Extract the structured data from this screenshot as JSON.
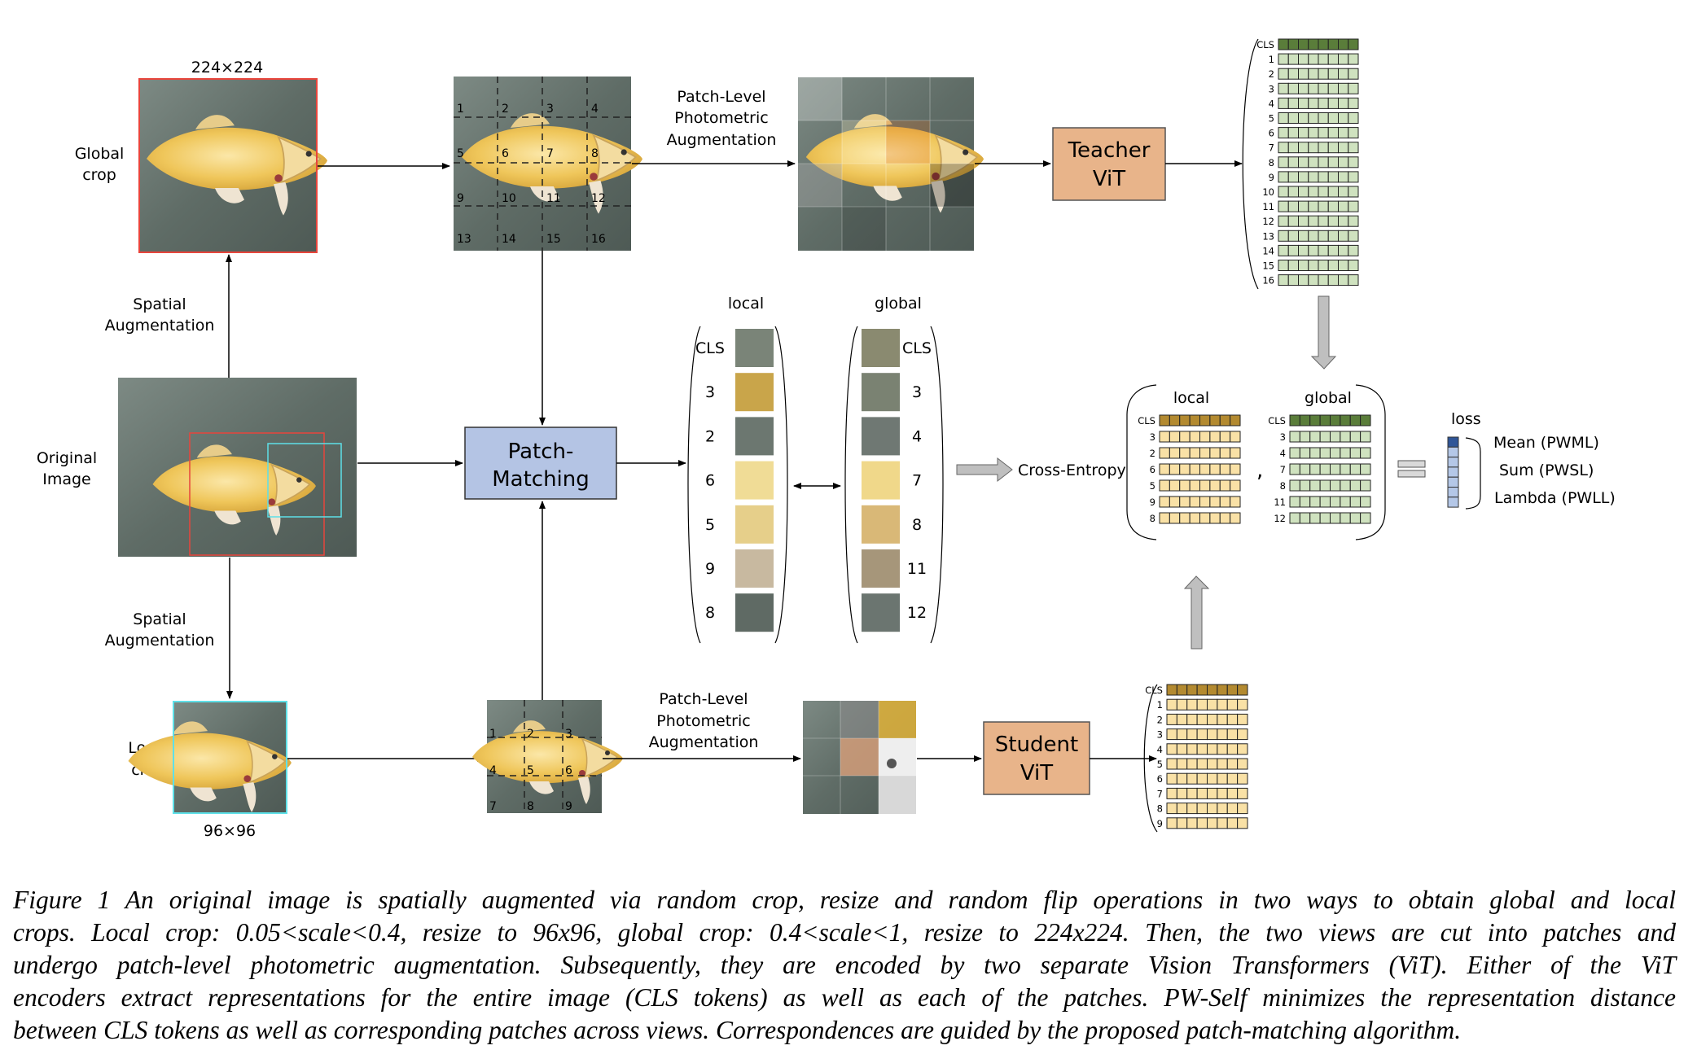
{
  "figure": {
    "global_crop": {
      "size_label": "224×224",
      "label": [
        "Global",
        "crop"
      ]
    },
    "local_crop": {
      "size_label": "96×96",
      "label": [
        "Local",
        "crop"
      ]
    },
    "original_image": {
      "label": [
        "Original",
        "Image"
      ]
    },
    "spatial_aug_top": [
      "Spatial",
      "Augmentation"
    ],
    "spatial_aug_bottom": [
      "Spatial",
      "Augmentation"
    ],
    "photometric_top": [
      "Patch-Level",
      "Photometric",
      "Augmentation"
    ],
    "photometric_bottom": [
      "Patch-Level",
      "Photometric",
      "Augmentation"
    ],
    "global_patch_numbers": [
      "1",
      "2",
      "3",
      "4",
      "5",
      "6",
      "7",
      "8",
      "9",
      "10",
      "11",
      "12",
      "13",
      "14",
      "15",
      "16"
    ],
    "local_patch_numbers": [
      "1",
      "2",
      "3",
      "4",
      "5",
      "6",
      "7",
      "8",
      "9"
    ],
    "teacher": {
      "line1": "Teacher",
      "line2": "ViT"
    },
    "student": {
      "line1": "Student",
      "line2": "ViT"
    },
    "patch_matching": {
      "line1": "Patch-",
      "line2": "Matching"
    },
    "teacher_tokens": [
      "CLS",
      "1",
      "2",
      "3",
      "4",
      "5",
      "6",
      "7",
      "8",
      "9",
      "10",
      "11",
      "12",
      "13",
      "14",
      "15",
      "16"
    ],
    "student_tokens": [
      "CLS",
      "1",
      "2",
      "3",
      "4",
      "5",
      "6",
      "7",
      "8",
      "9"
    ],
    "matched": {
      "local_title": "local",
      "global_title": "global",
      "local_ids": [
        "CLS",
        "3",
        "2",
        "6",
        "5",
        "9",
        "8"
      ],
      "global_ids": [
        "CLS",
        "3",
        "4",
        "7",
        "8",
        "11",
        "12"
      ]
    },
    "cross_entropy": "Cross-Entropy",
    "ce_block": {
      "local_title": "local",
      "global_title": "global",
      "local_ids": [
        "CLS",
        "3",
        "2",
        "6",
        "5",
        "9",
        "8"
      ],
      "global_ids": [
        "CLS",
        "3",
        "4",
        "7",
        "8",
        "11",
        "12"
      ],
      "comma": ","
    },
    "loss": {
      "title": "loss",
      "options": [
        "Mean (PWML)",
        "Sum (PWSL)",
        "Lambda (PWLL)"
      ]
    },
    "colors": {
      "teacher_cls": "#5a7d3a",
      "teacher_token": "#cfe2bf",
      "student_cls": "#b38a30",
      "student_token": "#f9e1a6",
      "vit_box": "#e8b48a",
      "patch_matching_box": "#b4c4e4",
      "loss_top": "#2f5597",
      "loss_cell": "#b4c7e7",
      "global_crop_border": "#e8453c",
      "local_crop_border": "#5ee0e8",
      "gray_arrow": "#bfbfbf"
    }
  },
  "caption": {
    "lines": [
      "Figure 1 An original image is spatially augmented via random crop, resize and random flip operations in two ways to obtain global and local",
      "crops. Local crop: 0.05<scale<0.4, resize to 96x96, global crop: 0.4<scale<1, resize to 224x224. Then, the two views are cut into patches and",
      "undergo patch-level photometric augmentation. Subsequently, they are encoded by two separate Vision Transformers (ViT). Either of the ViT",
      "encoders extract representations for the entire image (CLS tokens) as well as each of the patches. PW-Self minimizes the representation distance",
      "between CLS tokens as well as corresponding patches across views. Correspondences are guided by the proposed patch-matching algorithm."
    ]
  }
}
